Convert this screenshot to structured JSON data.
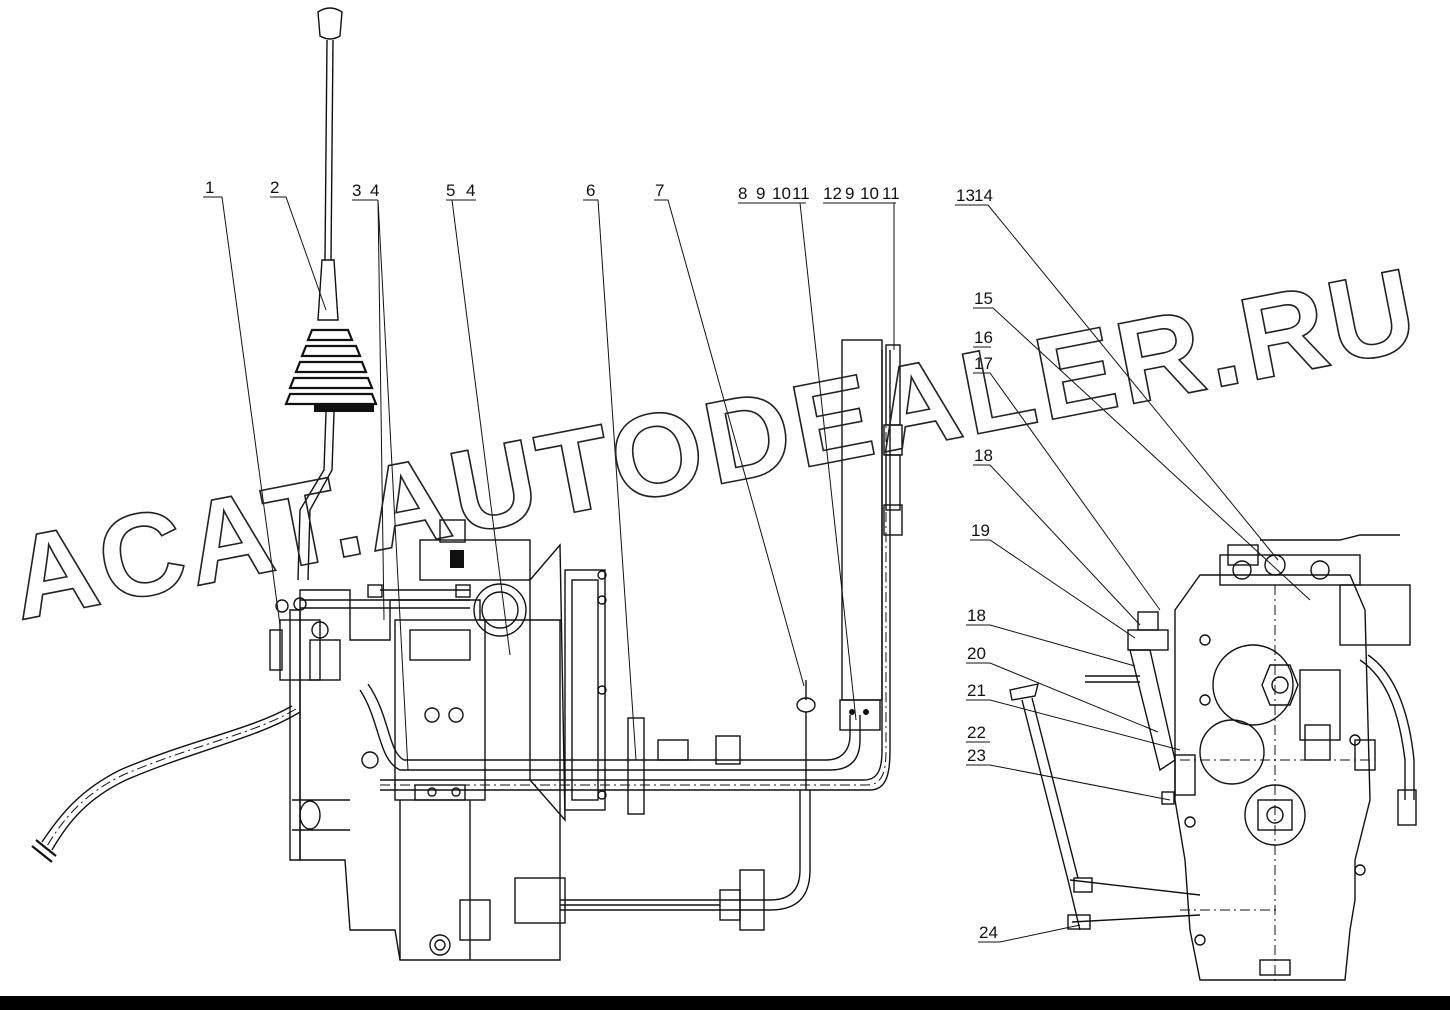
{
  "watermark": "ACAT.AUTODEALER.RU",
  "callouts": {
    "c1": "1",
    "c2": "2",
    "c3": "3",
    "c4": "4",
    "c5": "5",
    "c5b": "4",
    "c6": "6",
    "c7": "7",
    "c8": "8",
    "c9": "9",
    "c10": "10",
    "c11": "11",
    "c12": "12",
    "c12b": "9",
    "c12c": "10",
    "c12d": "11",
    "c13": "13",
    "c14": "14",
    "c15": "15",
    "c16": "16",
    "c17": "17",
    "c18": "18",
    "c18b": "18",
    "c19": "19",
    "c20": "20",
    "c21": "21",
    "c22": "22",
    "c23": "23",
    "c24": "24"
  },
  "colors": {
    "ink": "#111111",
    "background": "#ffffff",
    "bar": "#000000"
  }
}
